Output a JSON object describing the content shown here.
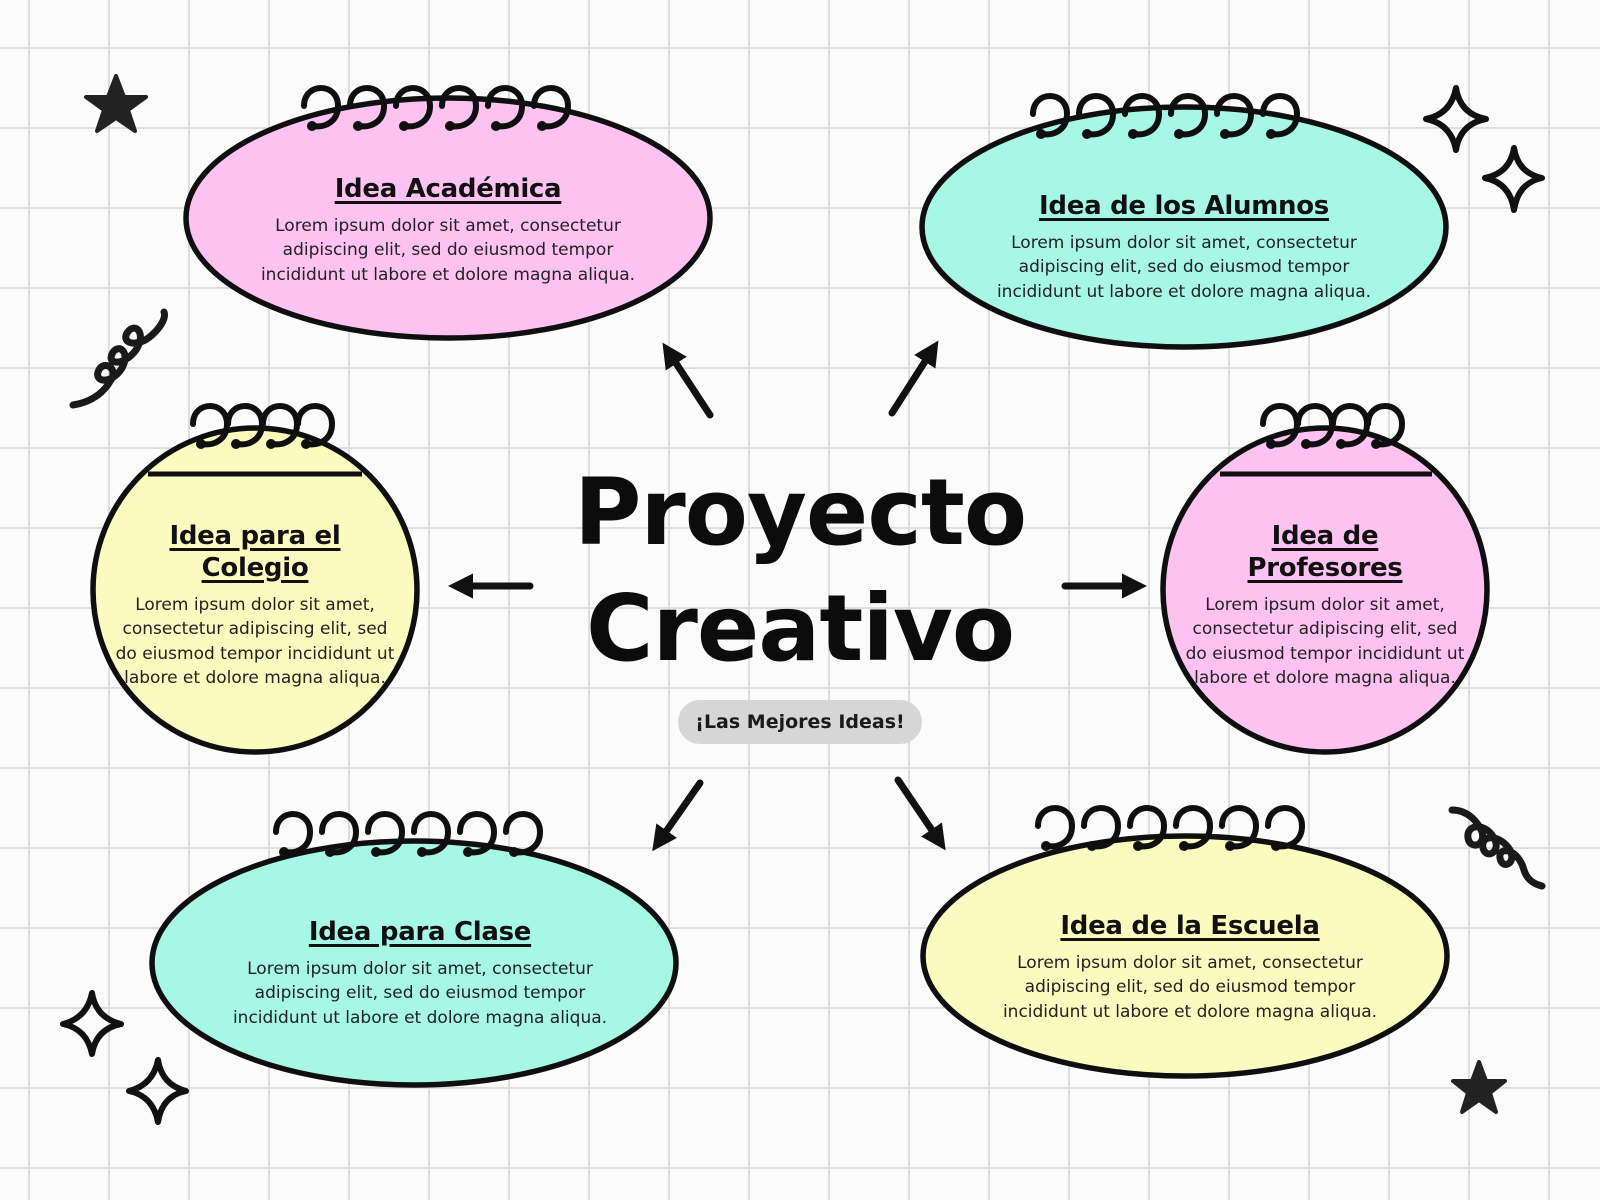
{
  "title": {
    "line1": "Proyecto",
    "line2": "Creativo"
  },
  "subtitle": "¡Las Mejores Ideas!",
  "ideas": [
    {
      "title": "Idea Académica",
      "body": "Lorem ipsum dolor sit amet, consectetur adipiscing elit, sed do eiusmod tempor incididunt ut labore et dolore magna aliqua.",
      "color": "#fdc2f0"
    },
    {
      "title": "Idea de los Alumnos",
      "body": "Lorem ipsum dolor sit amet, consectetur adipiscing elit, sed do eiusmod tempor incididunt ut labore et dolore magna aliqua.",
      "color": "#a6f7e6"
    },
    {
      "title": "Idea para el Colegio",
      "body": "Lorem ipsum dolor sit amet, consectetur adipiscing elit, sed do eiusmod tempor incididunt ut labore et dolore magna aliqua.",
      "color": "#fbfbbf"
    },
    {
      "title": "Idea de Profesores",
      "body": "Lorem ipsum dolor sit amet, consectetur adipiscing elit, sed do eiusmod tempor incididunt ut labore et dolore magna aliqua.",
      "color": "#fdc2f0"
    },
    {
      "title": "Idea para Clase",
      "body": "Lorem ipsum dolor sit amet, consectetur adipiscing elit, sed do eiusmod tempor incididunt ut labore et dolore magna aliqua.",
      "color": "#a6f7e6"
    },
    {
      "title": "Idea de la Escuela",
      "body": "Lorem ipsum dolor sit amet, consectetur adipiscing elit, sed do eiusmod tempor incididunt ut labore et dolore magna aliqua.",
      "color": "#fbfbbf"
    }
  ]
}
